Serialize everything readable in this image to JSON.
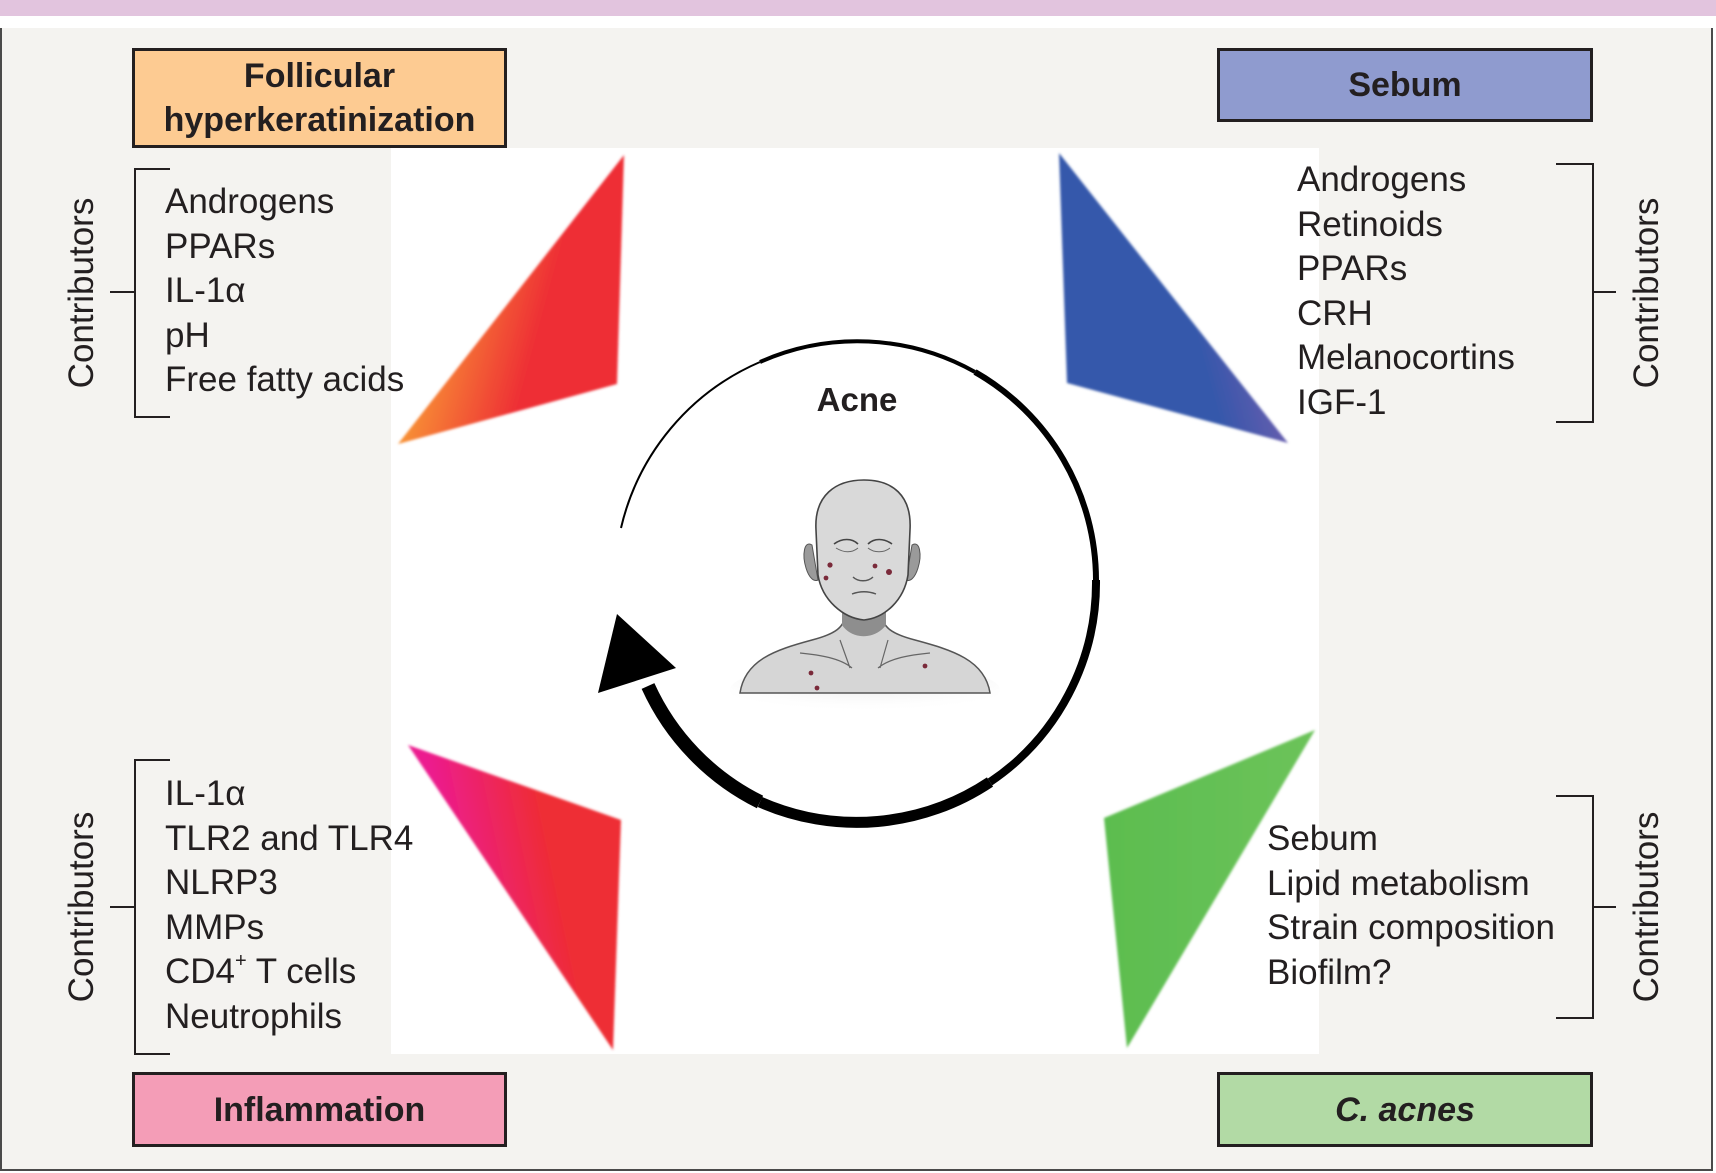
{
  "center": {
    "label": "Acne",
    "cycle_direction": "counterclockwise-arrow"
  },
  "quadrants": [
    {
      "id": "follicular",
      "title_lines": [
        "Follicular",
        "hyperkeratinization"
      ],
      "color": "#fdcb92",
      "triangle_colors": [
        "#fbb735",
        "#ee2d35"
      ],
      "side_label": "Contributors",
      "contributors": [
        "Androgens",
        "PPARs",
        "IL-1α",
        "pH",
        "Free fatty acids"
      ]
    },
    {
      "id": "sebum",
      "title_lines": [
        "Sebum"
      ],
      "color": "#8f9bcf",
      "triangle_colors": [
        "#8c5fb0",
        "#3658ab"
      ],
      "side_label": "Contributors",
      "contributors": [
        "Androgens",
        "Retinoids",
        "PPARs",
        "CRH",
        "Melanocortins",
        "IGF-1"
      ]
    },
    {
      "id": "inflammation",
      "title_lines": [
        "Inflammation"
      ],
      "color": "#f49db7",
      "triangle_colors": [
        "#ec1c8f",
        "#ee2d35"
      ],
      "side_label": "Contributors",
      "contributors": [
        "IL-1α",
        "TLR2 and TLR4",
        "NLRP3",
        "MMPs",
        "CD4",
        "Neutrophils"
      ],
      "contributor_superscripts": {
        "4": "+"
      },
      "contributor_suffixes": {
        "4": " T cells"
      }
    },
    {
      "id": "c-acnes",
      "title_lines": [
        "C. acnes"
      ],
      "title_italic": true,
      "color": "#b2daa5",
      "triangle_colors": [
        "#5cbd4f",
        "#6cc35a"
      ],
      "side_label": "Contributors",
      "contributors": [
        "Sebum",
        "Lipid metabolism",
        "Strain composition",
        "Biofilm?"
      ]
    }
  ]
}
